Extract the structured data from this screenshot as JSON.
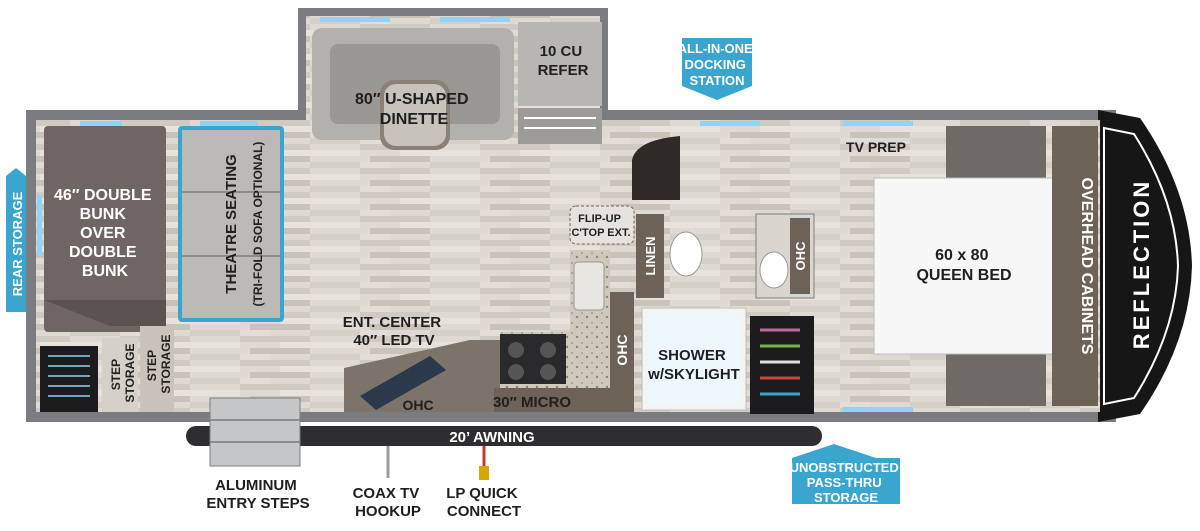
{
  "labels": {
    "refer": [
      "10 CU",
      "REFER"
    ],
    "dinette": [
      "80″ U-SHAPED",
      "DINETTE"
    ],
    "docking": [
      "ALL-IN-ONE",
      "DOCKING",
      "STATION"
    ],
    "rear_storage": "REAR STORAGE",
    "bunk": [
      "46″ DOUBLE",
      "BUNK",
      "OVER",
      "DOUBLE",
      "BUNK"
    ],
    "theatre": "THEATRE SEATING",
    "theatre_sub": "(TRI-FOLD SOFA OPTIONAL)",
    "step_storage_1": [
      "STEP",
      "STORAGE"
    ],
    "step_storage_2": [
      "STEP",
      "STORAGE"
    ],
    "ent_center": [
      "ENT. CENTER",
      "40″ LED TV"
    ],
    "ohc_front": "OHC",
    "micro": "30″ MICRO",
    "flip_up": [
      "FLIP-UP",
      "C'TOP EXT."
    ],
    "linen": "LINEN",
    "ohc_kitchen": "OHC",
    "shower": [
      "SHOWER",
      "w/SKYLIGHT"
    ],
    "ohc_bath": "OHC",
    "tv_prep": "TV PREP",
    "bed": [
      "60 x 80",
      "QUEEN BED"
    ],
    "overhead": "OVERHEAD CABINETS",
    "brand": "REFLECTION",
    "awning": "20’ AWNING",
    "entry_steps": [
      "ALUMINUM",
      "ENTRY STEPS"
    ],
    "coax": [
      "COAX TV",
      "HOOKUP"
    ],
    "lp": [
      "LP QUICK",
      "CONNECT"
    ],
    "pass_thru": [
      "UNOBSTRUCTED",
      "PASS-THRU",
      "STORAGE"
    ]
  },
  "colors": {
    "callout": "#3aa6cf",
    "wall": "#7a7c80",
    "floor": "#d9d4cc",
    "bunk": "#6f6663",
    "sofa": "#b9b7b3",
    "cabinet": "#6d6258",
    "awning": "#2e2e30",
    "front_cap": "#161616",
    "window": "#8fd4f2"
  }
}
